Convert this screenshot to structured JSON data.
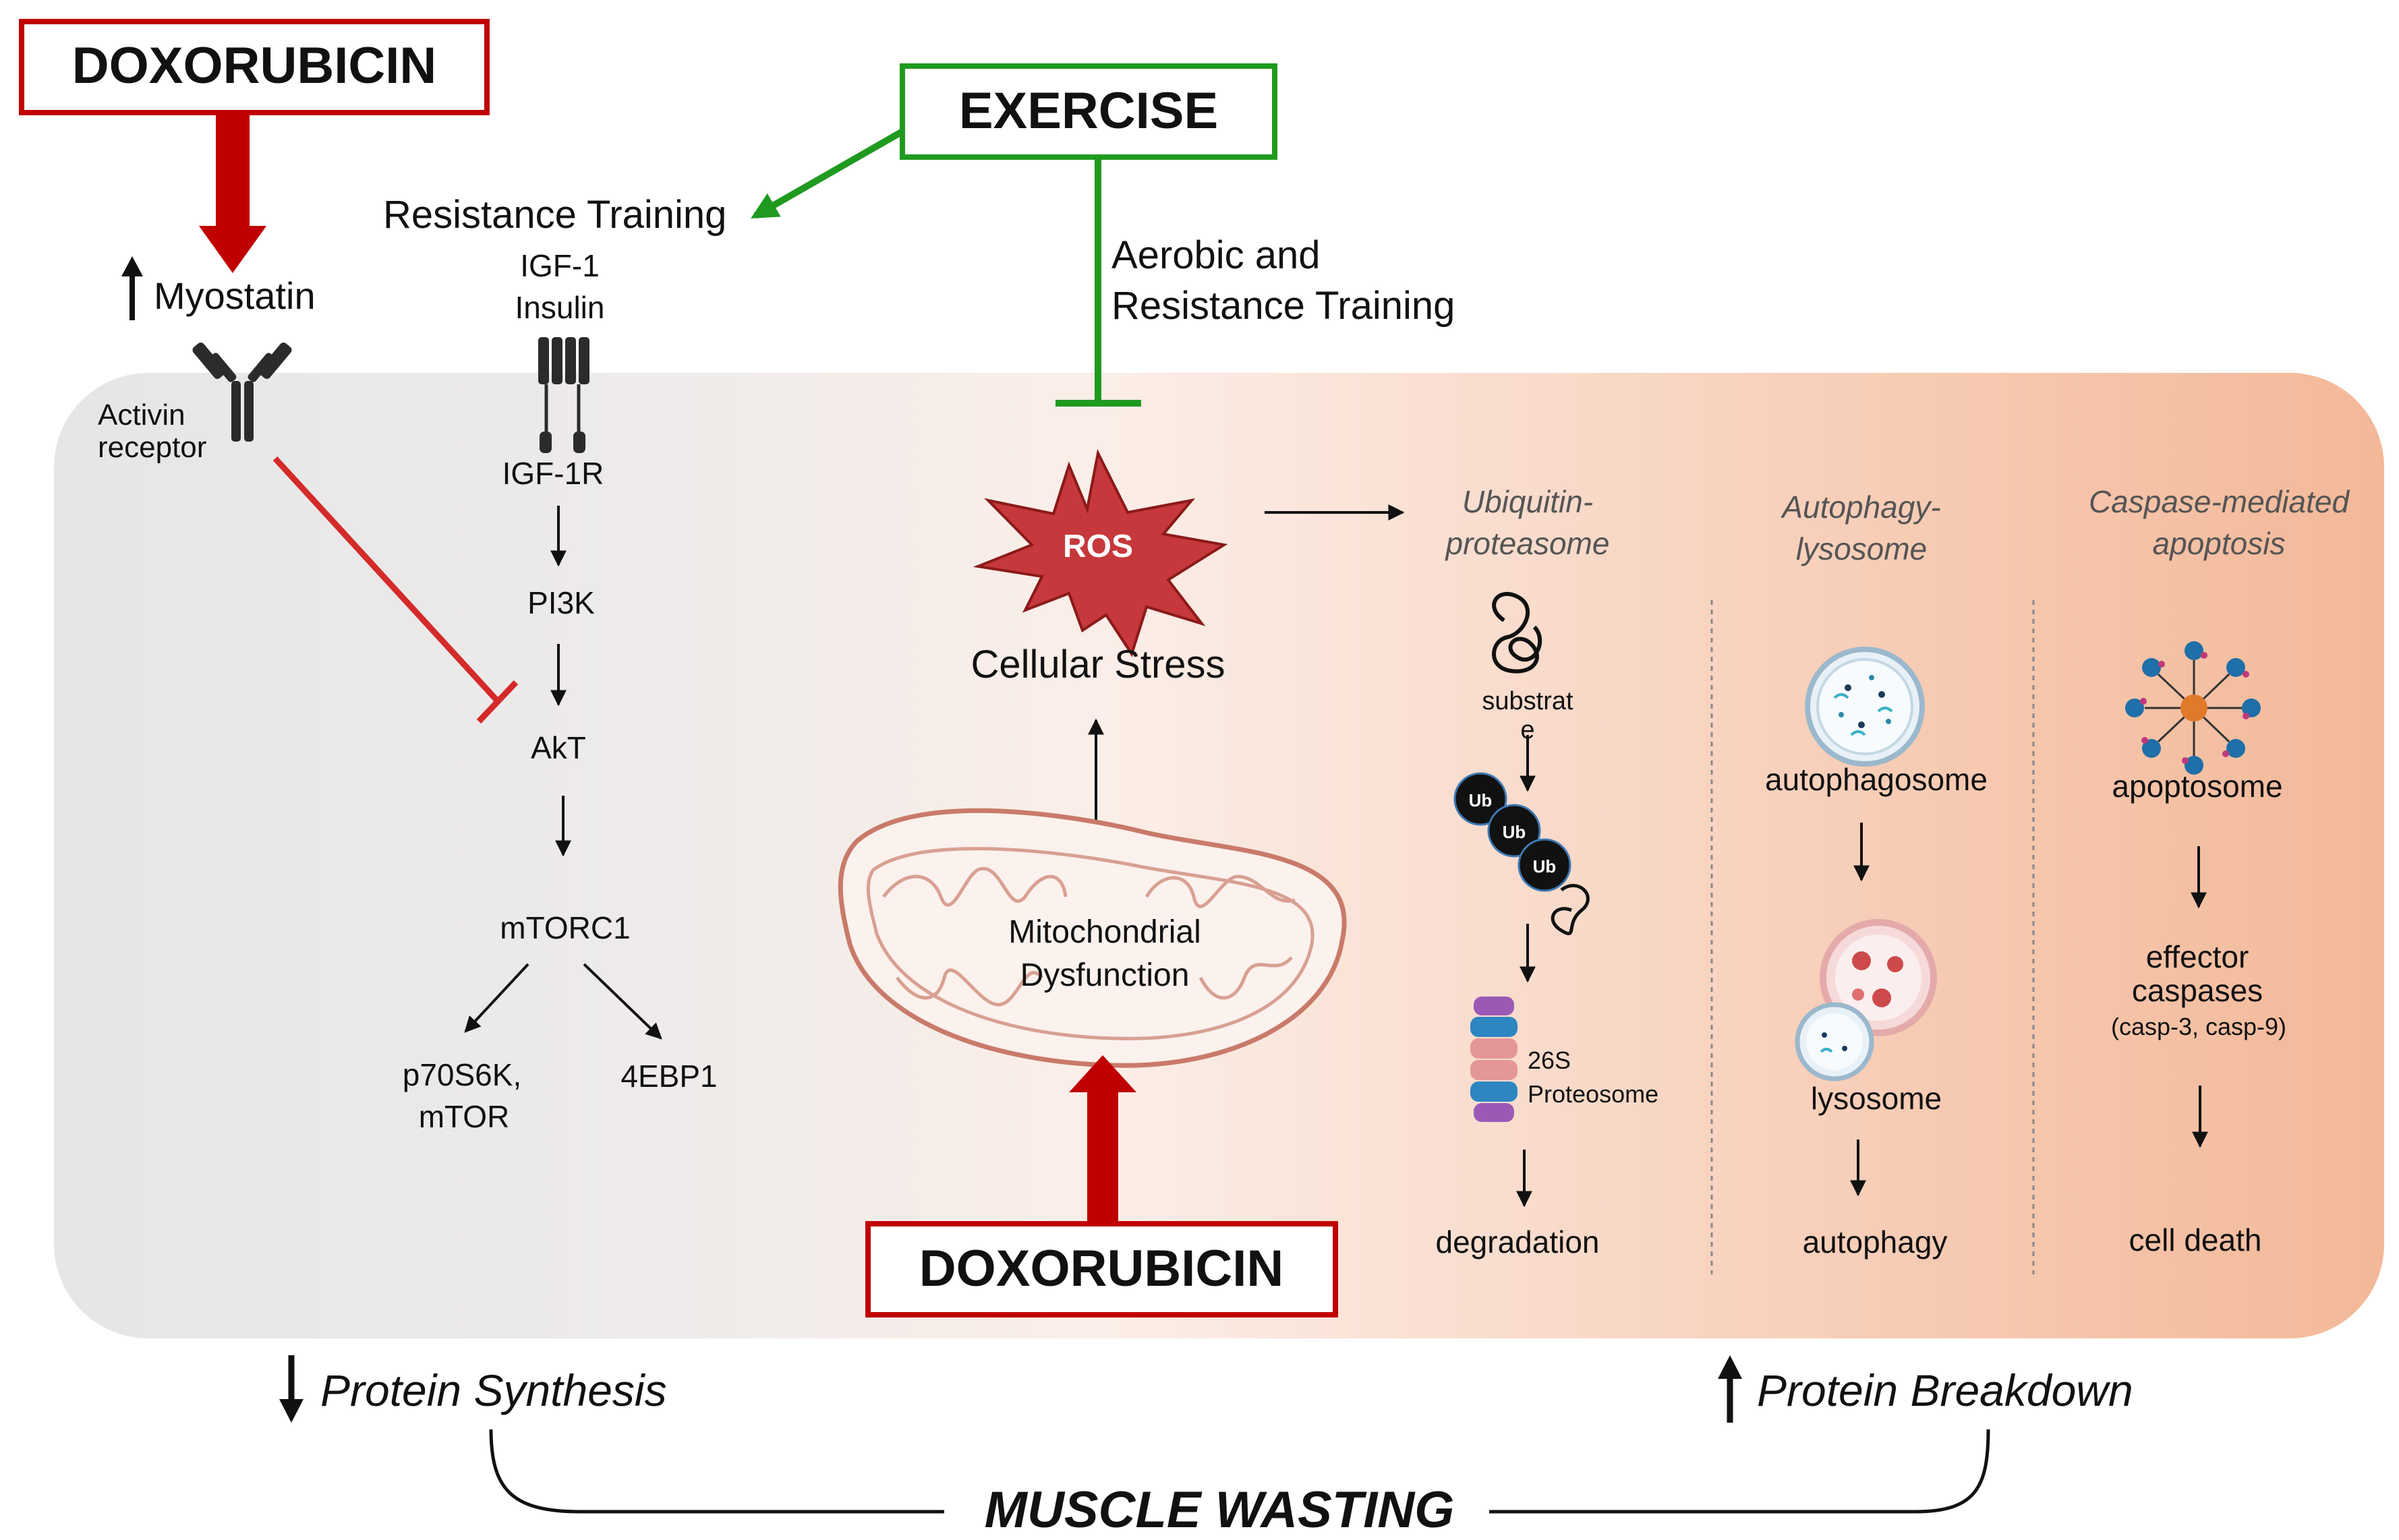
{
  "drugs": {
    "top": "DOXORUBICIN",
    "bottom": "DOXORUBICIN"
  },
  "exercise": {
    "title": "EXERCISE",
    "resistance": "Resistance Training",
    "aerobic_line1": "Aerobic and",
    "aerobic_line2": "Resistance Training"
  },
  "myostatin": {
    "label": "Myostatin",
    "receptor_line1": "Activin",
    "receptor_line2": "receptor"
  },
  "synthesis": {
    "ligand1": "IGF-1",
    "ligand2": "Insulin",
    "receptor": "IGF-1R",
    "pi3k": "PI3K",
    "akt": "AkT",
    "mtorc1": "mTORC1",
    "p70_line1": "p70S6K,",
    "p70_line2": "mTOR",
    "ebp1": "4EBP1"
  },
  "stress": {
    "ros": "ROS",
    "cellular": "Cellular Stress",
    "mito_line1": "Mitochondrial",
    "mito_line2": "Dysfunction"
  },
  "ubiquitin": {
    "title_line1": "Ubiquitin-",
    "title_line2": "proteasome",
    "substrate_line1": "substrat",
    "substrate_line2": "e",
    "ub": [
      "Ub",
      "Ub",
      "Ub"
    ],
    "proteasome_line1": "26S",
    "proteasome_line2": "Proteosome",
    "end": "degradation"
  },
  "autophagy": {
    "title_line1": "Autophagy-",
    "title_line2": "lysosome",
    "autophagosome": "autophagosome",
    "lysosome": "lysosome",
    "end": "autophagy"
  },
  "apoptosis": {
    "title_line1": "Caspase-mediated",
    "title_line2": "apoptosis",
    "apoptosome": "apoptosome",
    "effector_line1": "effector",
    "effector_line2": "caspases",
    "effector_line3": "(casp-3, casp-9)",
    "end": "cell death"
  },
  "outcomes": {
    "synthesis": "Protein Synthesis",
    "breakdown": "Protein Breakdown",
    "wasting": "MUSCLE WASTING"
  },
  "colors": {
    "drug_red": "#c00000",
    "exercise_green": "#1f9a1f",
    "panel_peach": "#f3bb9d",
    "panel_grey": "#e6e6e6"
  }
}
